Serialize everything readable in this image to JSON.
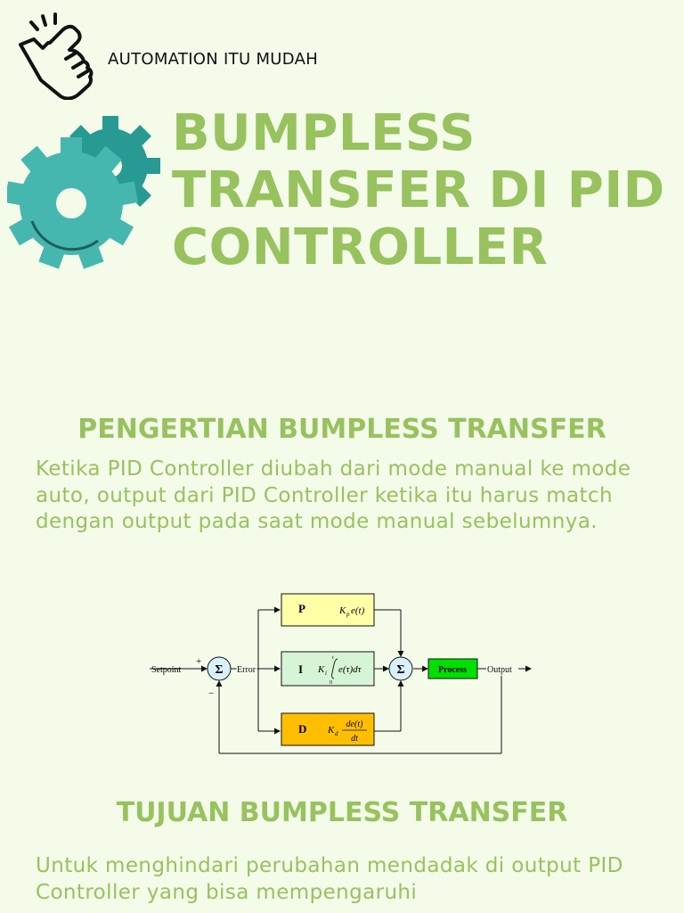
{
  "brand": {
    "name": "AUTOMATION ITU MUDAH",
    "logo_icon": "pointing-hand-icon"
  },
  "hero": {
    "title_lines": [
      "BUMPLESS",
      "TRANSFER DI PID",
      "CONTROLLER"
    ],
    "gear_icon": "gears-icon"
  },
  "section1": {
    "heading": "PENGERTIAN BUMPLESS TRANSFER",
    "body": "Ketika PID Controller diubah dari mode manual ke mode auto, output dari PID Controller ketika itu harus match dengan output pada saat mode manual sebelumnya."
  },
  "diagram": {
    "setpoint": "Setpoint",
    "plus_sign": "+",
    "minus_sign": "−",
    "sum_symbol": "Σ",
    "error": "Error",
    "output": "Output",
    "process": "Process",
    "p": {
      "letter": "P",
      "formula": "K",
      "sub": "p",
      "arg": "e(t)"
    },
    "i": {
      "letter": "I",
      "formula": "K",
      "sub": "i",
      "arg": "e(τ)dτ",
      "upper": "t",
      "lower": "0"
    },
    "d": {
      "letter": "D",
      "formula": "K",
      "sub": "d",
      "num": "de(t)",
      "den": "dt"
    },
    "colors": {
      "p_box": "#ffffa8",
      "i_box": "#d6f5d6",
      "d_box": "#ffbf00",
      "process_box": "#00e000",
      "sum_fill": "#d9f1fb"
    }
  },
  "section2": {
    "heading": "TUJUAN BUMPLESS TRANSFER",
    "body": "Untuk menghindari perubahan mendadak di output PID Controller yang bisa mempengaruhi"
  },
  "colors": {
    "background": "#f4fbe9",
    "accent": "#97c25e",
    "gear_dark": "#279a93",
    "gear_light": "#45b7ae"
  }
}
